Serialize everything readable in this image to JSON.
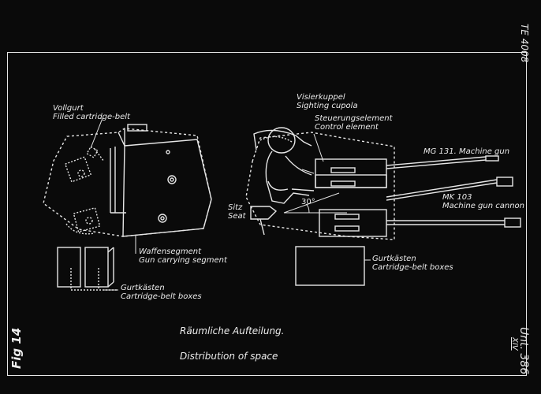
{
  "sheet_ref": "TE 4008",
  "figure_label": "Fig 14",
  "plate_ref": "Unt. 386",
  "plate_roman": "XIV",
  "title_de": "Räumliche Aufteilung.",
  "title_en": "Distribution of space",
  "labels": {
    "filled_belt_de": "Vollgurt",
    "filled_belt_en": "Filled cartridge-belt",
    "gun_segment_de": "Waffensegment",
    "gun_segment_en": "Gun carrying segment",
    "belt_boxes_left_de": "Gurtkästen",
    "belt_boxes_left_en": "Cartridge-belt boxes",
    "cupola_de": "Visierkuppel",
    "cupola_en": "Sighting cupola",
    "control_de": "Steuerungselement",
    "control_en": "Control element",
    "mg131": "MG 131. Machine gun",
    "mk103_de": "MK 103",
    "mk103_en": "Machine gun cannon",
    "seat_de": "Sitz",
    "seat_en": "Seat",
    "angle": "30°",
    "belt_boxes_right_de": "Gurtkästen",
    "belt_boxes_right_en": "Cartridge-belt boxes"
  },
  "colors": {
    "background": "#0a0a0a",
    "line": "#e6e6e6"
  }
}
